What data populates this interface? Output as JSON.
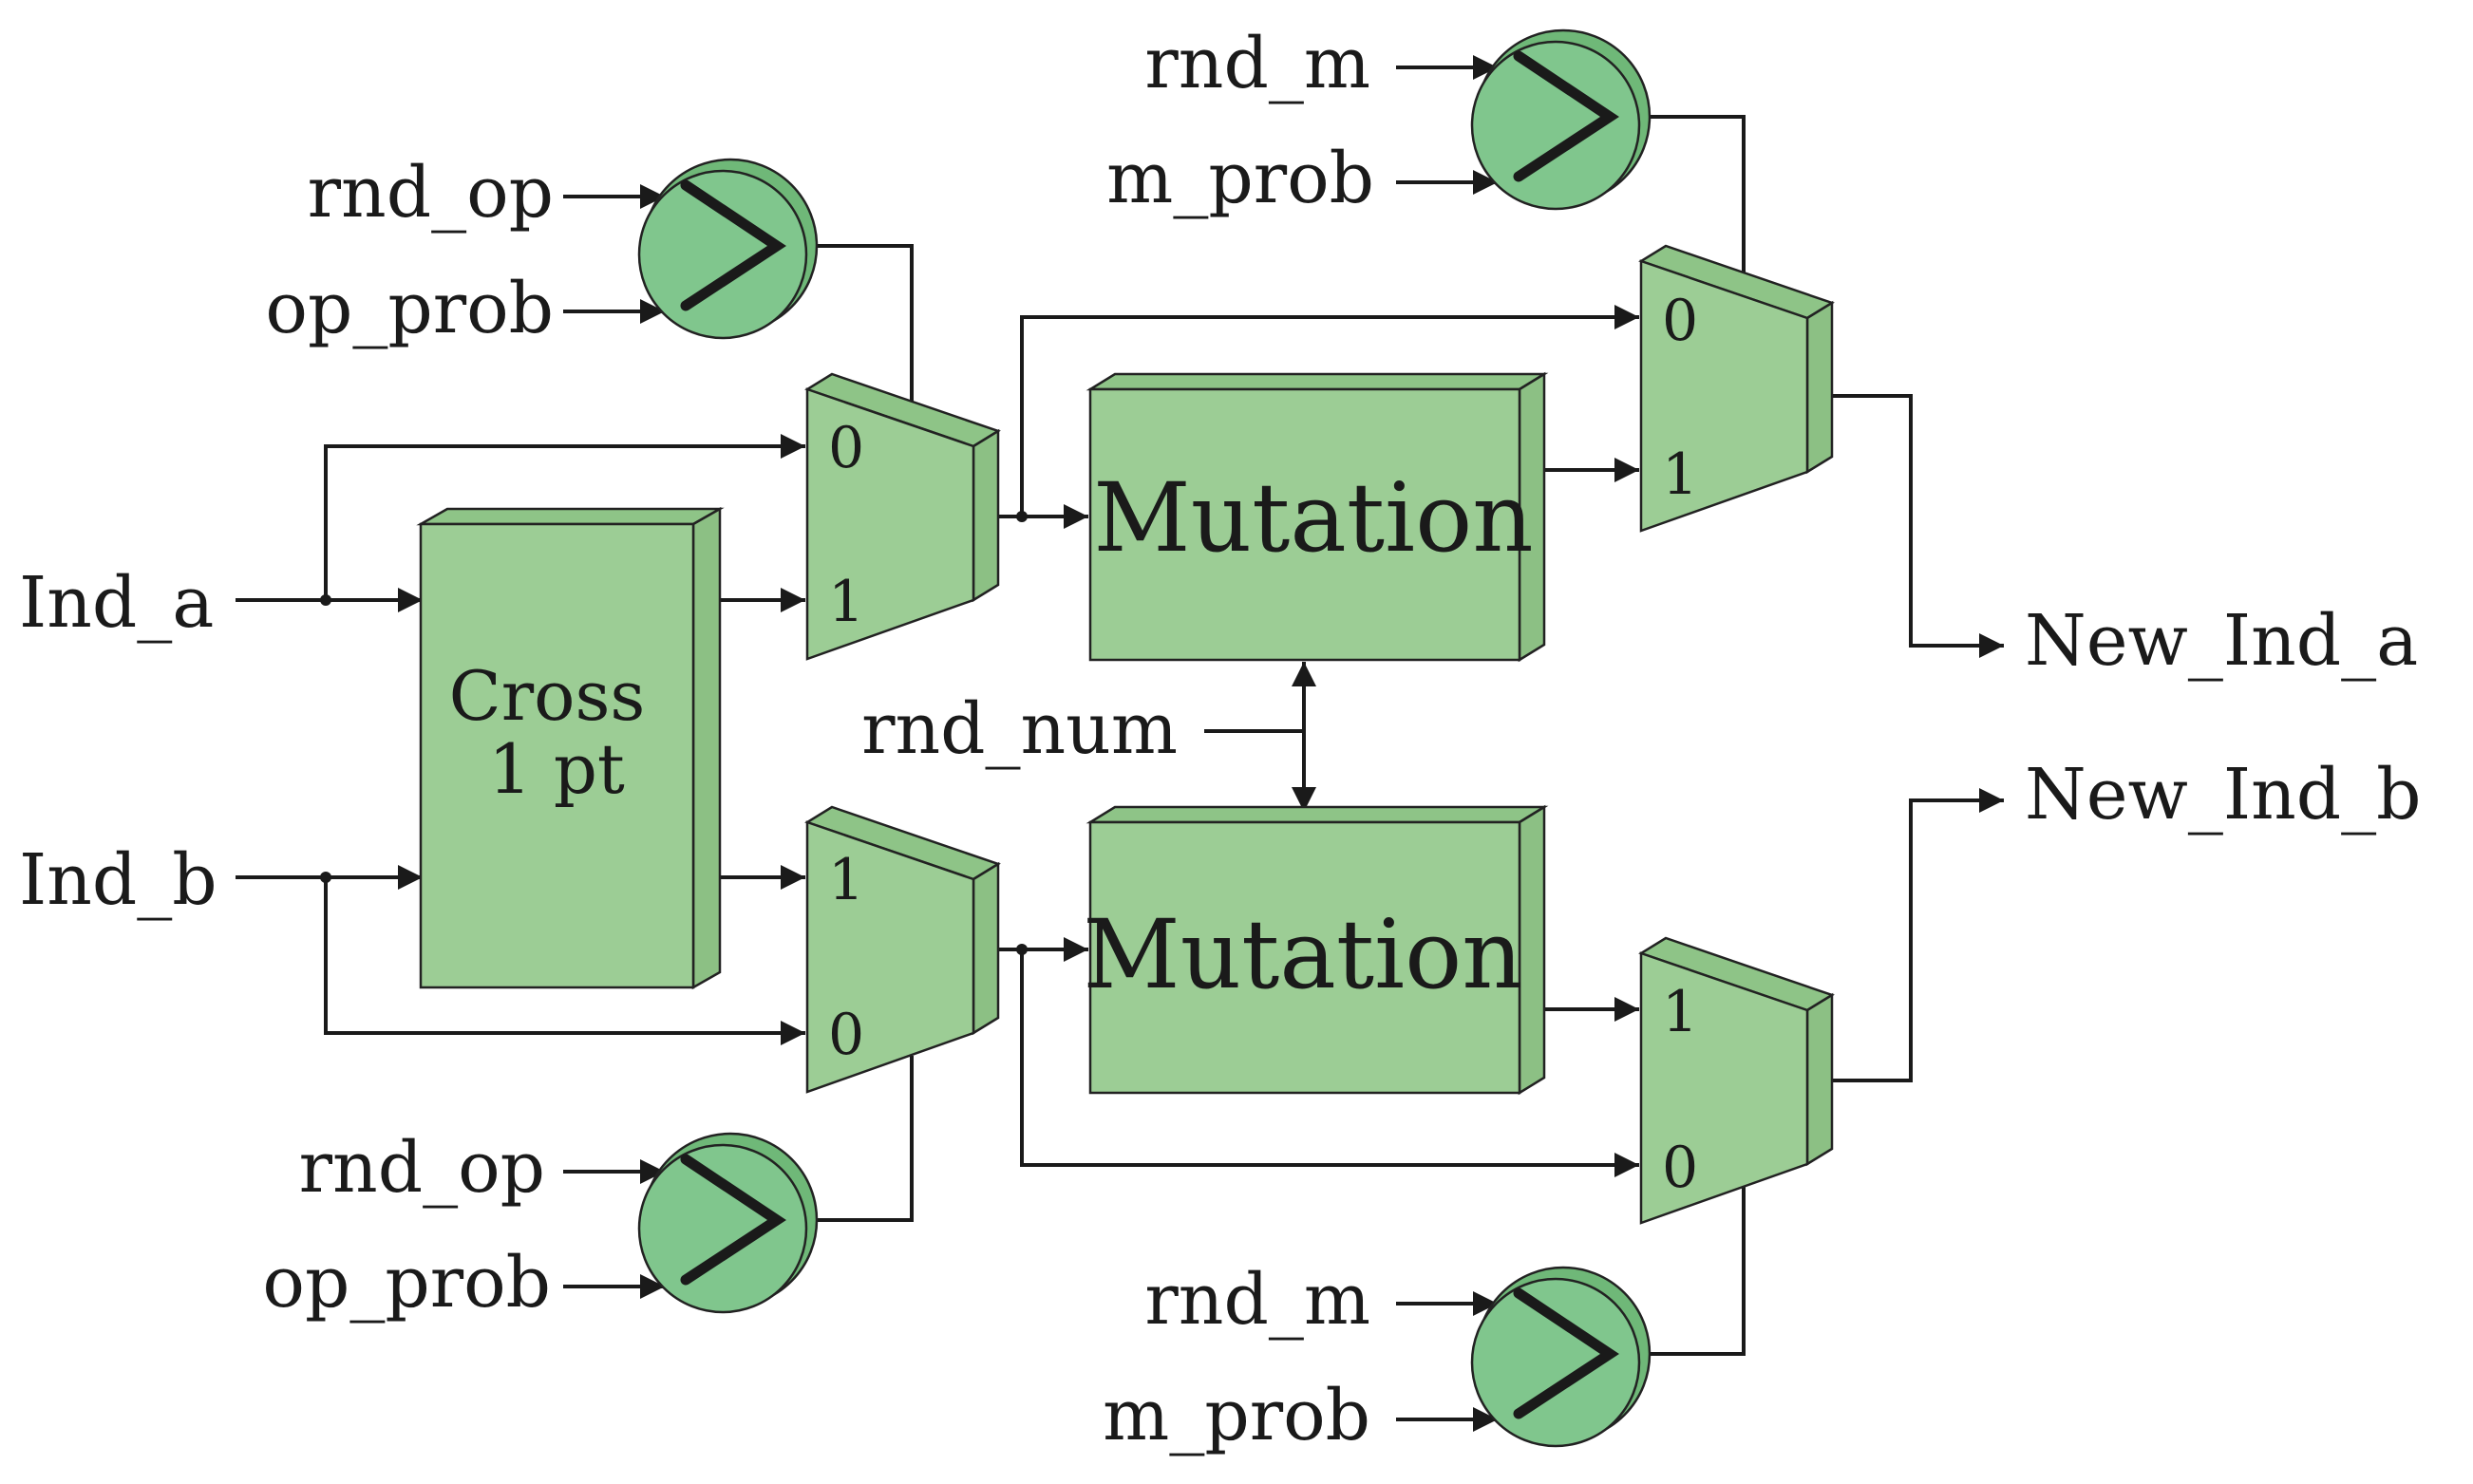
{
  "inputs": {
    "ind_a": "Ind_a",
    "ind_b": "Ind_b",
    "rnd_num": "rnd_num"
  },
  "outputs": {
    "new_ind_a": "New_Ind_a",
    "new_ind_b": "New_Ind_b"
  },
  "blocks": {
    "crossover": {
      "line1": "Cross",
      "line2": "1 pt"
    },
    "mutation_top": "Mutation",
    "mutation_bottom": "Mutation"
  },
  "comparators": {
    "op_top": {
      "in1": "rnd_op",
      "in2": "op_prob"
    },
    "op_bottom": {
      "in1": "rnd_op",
      "in2": "op_prob"
    },
    "m_top": {
      "in1": "rnd_m",
      "in2": "m_prob"
    },
    "m_bottom": {
      "in1": "rnd_m",
      "in2": "m_prob"
    }
  },
  "muxes": {
    "op_top": {
      "port_upper": "0",
      "port_lower": "1"
    },
    "op_bottom": {
      "port_upper": "1",
      "port_lower": "0"
    },
    "m_top": {
      "port_upper": "0",
      "port_lower": "1"
    },
    "m_bottom": {
      "port_upper": "1",
      "port_lower": "0"
    }
  },
  "colors": {
    "block_fill": "#9ccd95",
    "comparator_fill": "#80c68d",
    "wire": "#1a1a1a"
  }
}
